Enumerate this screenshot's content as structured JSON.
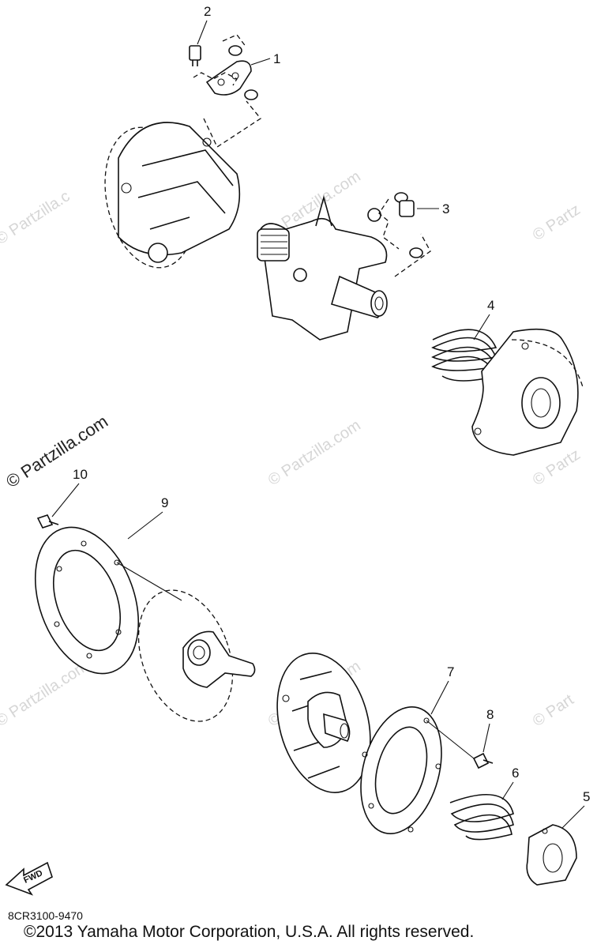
{
  "watermark": {
    "text": "© Partzilla.com",
    "partial_left": "© Partzilla.c",
    "partial_right": "© Partz",
    "partial_right_short": "© Part"
  },
  "callouts": {
    "c1": "1",
    "c2": "2",
    "c3": "3",
    "c4": "4",
    "c5": "5",
    "c6": "6",
    "c7": "7",
    "c8": "8",
    "c9": "9",
    "c10": "10"
  },
  "fwd_label": "FWD",
  "doc_code": "8CR3100-9470",
  "copyright": "©2013  Yamaha Motor Corporation, U.S.A. All rights reserved."
}
